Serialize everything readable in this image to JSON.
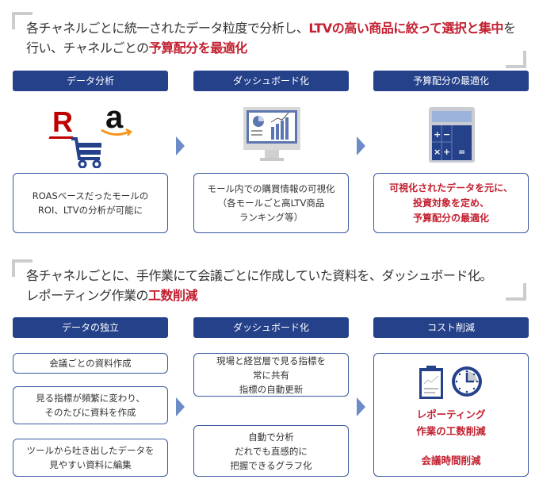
{
  "section1": {
    "lead_line1_pre": "各チャネルごとに統一されたデータ粒度で分析し、",
    "lead_line1_red": "LTVの高い商品に絞って選択と集中",
    "lead_line1_post": "を",
    "lead_line2_pre": "行い、チャネルごとの",
    "lead_line2_red": "予算配分を最適化",
    "columns": [
      {
        "header": "データ分析",
        "icon": "rakuten-amazon-cart-icon",
        "logo_r": "R",
        "logo_a": "a",
        "lines": [
          "ROASベースだったモールの",
          "ROI、LTVの分析が可能に"
        ]
      },
      {
        "header": "ダッシュボード化",
        "icon": "dashboard-monitor-icon",
        "lines": [
          "モール内での購買情報の可視化",
          "（各モールごと高LTV商品",
          "ランキング等）"
        ]
      },
      {
        "header": "予算配分の最適化",
        "icon": "calculator-icon",
        "lines": [
          "可視化されたデータを元に、",
          "投資対象を定め、",
          "予算配分の最適化"
        ]
      }
    ]
  },
  "section2": {
    "lead_line1": "各チャネルごとに、手作業にて会議ごとに作成していた資料を、ダッシュボード化。",
    "lead_line2_pre": "レポーティング作業の",
    "lead_line2_red": "工数削減",
    "columns": [
      {
        "header": "データの独立",
        "boxes": [
          [
            "会議ごとの資料作成"
          ],
          [
            "見る指標が頻繁に変わり、",
            "そのたびに資料を作成"
          ],
          [
            "ツールから吐き出したデータを",
            "見やすい資料に編集"
          ]
        ]
      },
      {
        "header": "ダッシュボード化",
        "boxes": [
          [
            "現場と経営層で見る指標を",
            "常に共有",
            "指標の自動更新"
          ],
          [
            "自動で分析",
            "だれでも直感的に",
            "把握できるグラフ化"
          ]
        ]
      },
      {
        "header": "コスト削減",
        "lines": [
          "レポーティング",
          "作業の工数削減",
          "会議時間削減"
        ]
      }
    ]
  },
  "colors": {
    "navy": "#24418a",
    "red": "#c22030",
    "arrow": "#6b8cc8"
  }
}
